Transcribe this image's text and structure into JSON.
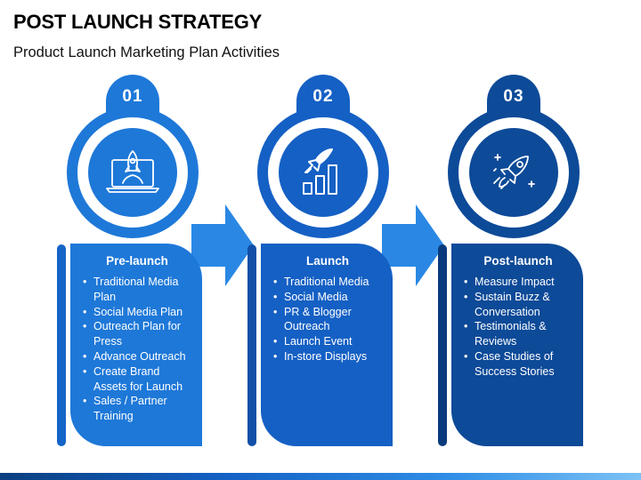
{
  "title": "POST LAUNCH STRATEGY",
  "subtitle": "Product Launch Marketing Plan Activities",
  "colors": {
    "step1": "#1e78d8",
    "step2": "#1560c4",
    "step3": "#0d4a98",
    "step1_dark": "#1565c8",
    "step2_dark": "#114fa8",
    "step3_dark": "#0a3a7c",
    "arrow": "#2a88e4"
  },
  "steps": [
    {
      "number": "01",
      "icon": "rocket-laptop-icon",
      "heading": "Pre-launch",
      "items": [
        "Traditional Media Plan",
        "Social Media Plan",
        "Outreach Plan for Press",
        "Advance Outreach",
        "Create Brand Assets for Launch",
        "Sales / Partner Training"
      ]
    },
    {
      "number": "02",
      "icon": "rocket-growth-chart-icon",
      "heading": "Launch",
      "items": [
        "Traditional Media",
        "Social Media",
        "PR & Blogger Outreach",
        "Launch Event",
        "In-store Displays"
      ]
    },
    {
      "number": "03",
      "icon": "rocket-stars-icon",
      "heading": "Post-launch",
      "items": [
        "Measure Impact",
        "Sustain Buzz & Conversation",
        "Testimonials & Reviews",
        "Case Studies of Success Stories"
      ]
    }
  ]
}
